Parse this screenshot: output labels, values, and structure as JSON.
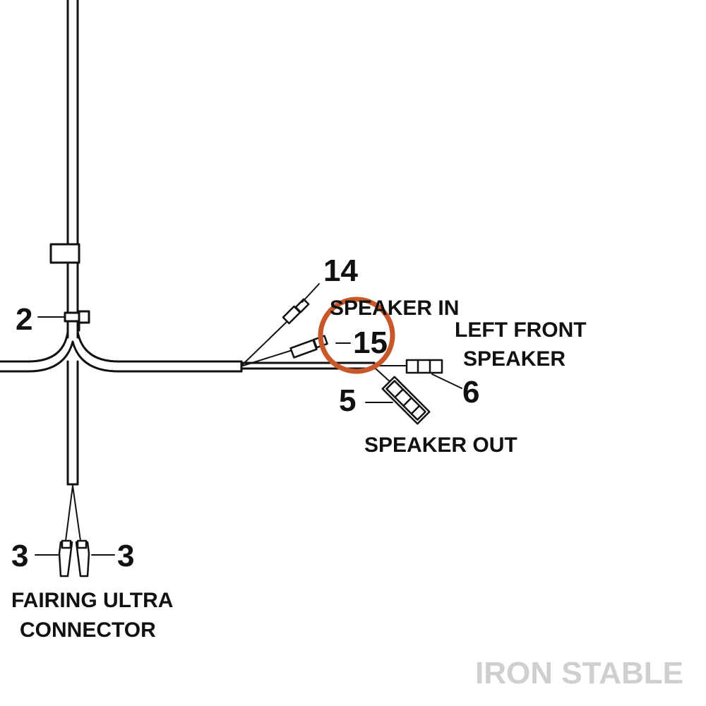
{
  "callouts": {
    "c2": "2",
    "c3_left": "3",
    "c3_right": "3",
    "c5": "5",
    "c6": "6",
    "c14": "14",
    "c15": "15"
  },
  "captions": {
    "speaker_in": "SPEAKER IN",
    "left_front_line1": "LEFT FRONT",
    "left_front_line2": "SPEAKER",
    "speaker_out": "SPEAKER OUT",
    "fairing_line1": "FAIRING ULTRA",
    "fairing_line2": "CONNECTOR"
  },
  "watermark": "IRON STABLE",
  "colors": {
    "line": "#111111",
    "highlight": "#c8582a",
    "watermark": "#cfcfcf"
  }
}
